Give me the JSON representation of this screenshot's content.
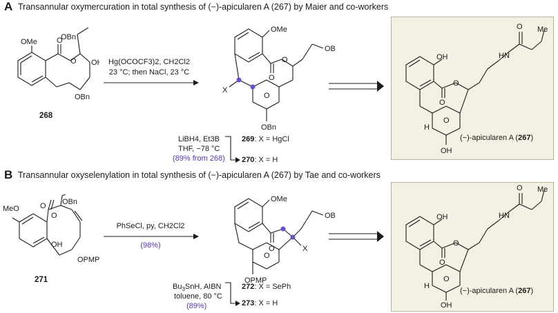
{
  "sectionA": {
    "letter": "A",
    "title": "Transannular oxymercuration in total synthesis of (−)-apicularen A (267) by Maier and co-workers",
    "start_compound": "268",
    "reagents_line1": "Hg(OCOCF3)2, CH2Cl2",
    "reagents_line2": "23 °C; then NaCl, 23 °C",
    "reduction_line1": "LiBH4, Et3B",
    "reduction_line2": "THF, −78 °C",
    "reduction_yield": "(89% from 268)",
    "product1": "269: X = HgCl",
    "product2": "270: X = H",
    "target_label": "(−)-apicularen A (267)"
  },
  "sectionB": {
    "letter": "B",
    "title": "Transannular oxyselenylation in total synthesis of (−)-apicularen A (267) by Tae and co-workers",
    "start_compound": "271",
    "reagents_line1": "PhSeCl, py, CH2Cl2",
    "reagents_yield": "(98%)",
    "reduction_line1": "Bu3SnH, AIBN",
    "reduction_line2": "toluene, 80 °C",
    "reduction_yield": "(89%)",
    "product1": "272: X = SePh",
    "product2": "273: X = H",
    "target_label": "(−)-apicularen A (267)"
  },
  "atoms": {
    "ome": "OMe",
    "obn": "OBn",
    "oh": "OH",
    "o": "O",
    "x": "X",
    "hn": "HN",
    "h": "H",
    "me": "Me",
    "meo": "MeO",
    "opmp": "OPMP"
  },
  "colors": {
    "panel_bg": "#f3f1e3",
    "panel_border": "#b9b49a",
    "highlight": "#6a4fc9"
  }
}
